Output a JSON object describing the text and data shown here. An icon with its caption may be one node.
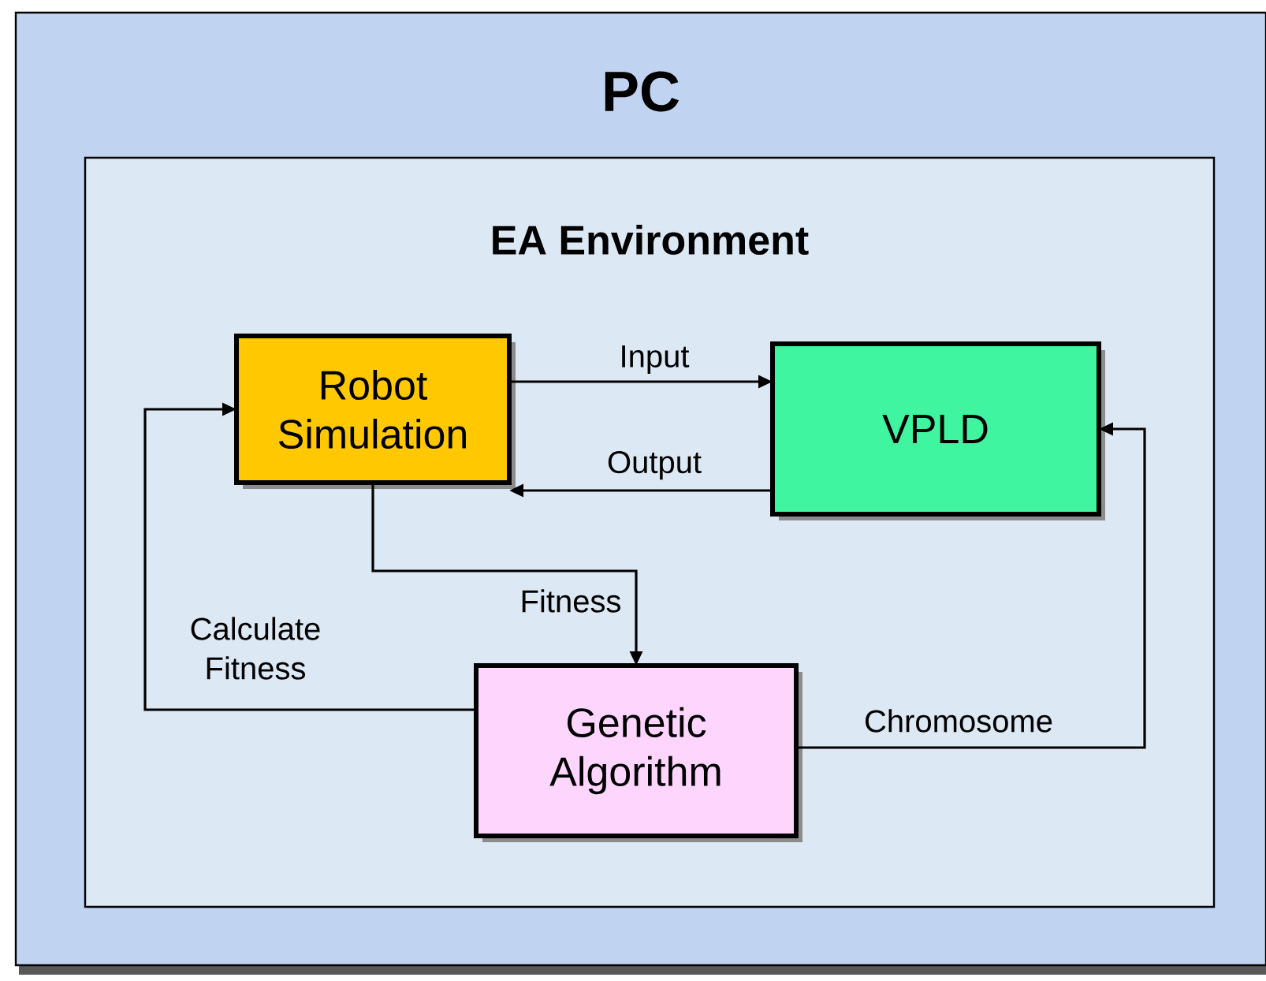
{
  "diagram": {
    "nodes": [
      {
        "text": [
          "PC"
        ]
      },
      {
        "text": [
          "EA Environment"
        ],
        "in": 0
      },
      {
        "text": [
          "Robot Simulation"
        ],
        "in": 1
      },
      {
        "text": [
          "VPLD"
        ],
        "in": 1
      },
      {
        "text": [
          "Genetic Algorithm"
        ],
        "in": 1
      }
    ],
    "edges": [
      {
        "from": 2,
        "to": 3,
        "arrow": "to",
        "label": "Input"
      },
      {
        "from": 3,
        "to": 2,
        "arrow": "to",
        "label": "Output"
      },
      {
        "from": 2,
        "to": 4,
        "arrow": "to",
        "label": "Fitness"
      },
      {
        "from": 4,
        "to": 2,
        "arrow": "to",
        "label": "Calculate Fitness"
      },
      {
        "from": 4,
        "to": 3,
        "arrow": "to",
        "label": "Chromosome"
      }
    ]
  }
}
